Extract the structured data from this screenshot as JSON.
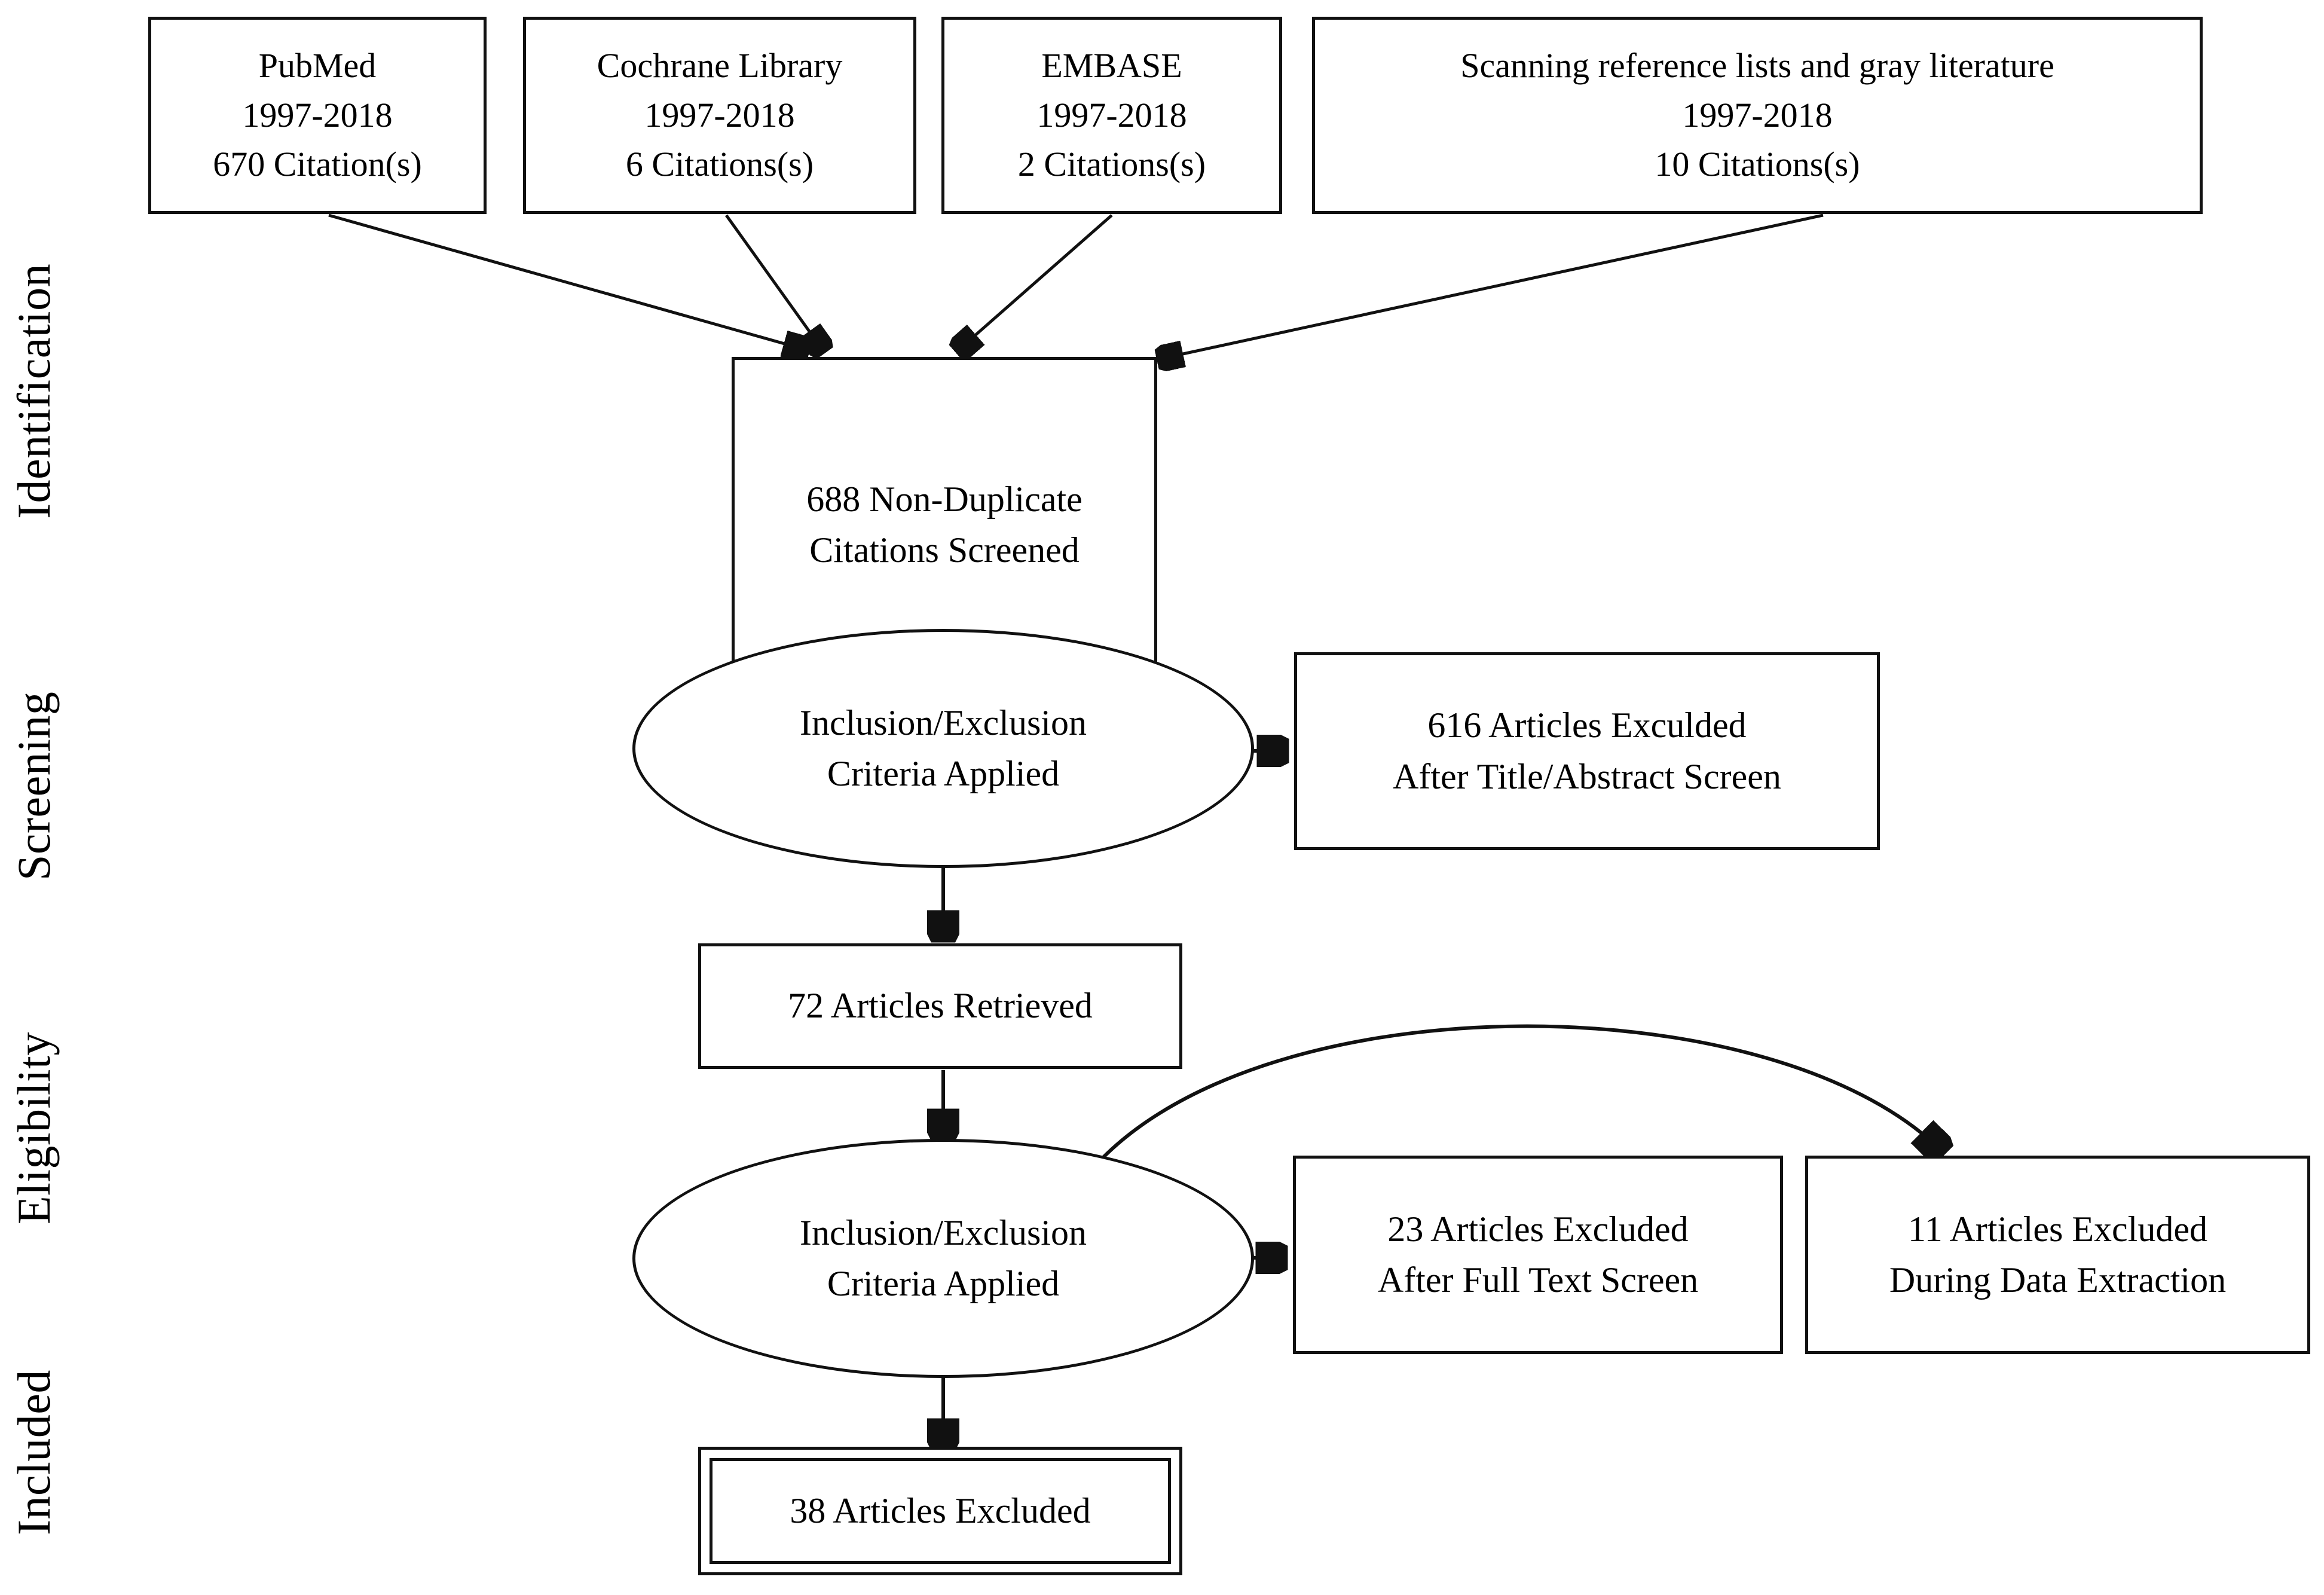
{
  "diagram": {
    "title": "PRISMA study selection flow diagram",
    "stage_labels": [
      {
        "id": "identification",
        "text": "Identification"
      },
      {
        "id": "screening",
        "text": "Screening"
      },
      {
        "id": "eligibility",
        "text": "Eligibility"
      },
      {
        "id": "included",
        "text": "Included"
      }
    ],
    "sources": [
      {
        "id": "pubmed",
        "name": "PubMed",
        "years": "1997-2018",
        "citations": "670 Citation(s)"
      },
      {
        "id": "cochrane",
        "name": "Cochrane Library",
        "years": "1997-2018",
        "citations": "6 Citations(s)"
      },
      {
        "id": "embase",
        "name": "EMBASE",
        "years": "1997-2018",
        "citations": "2 Citations(s)"
      },
      {
        "id": "gray",
        "name": "Scanning reference lists and gray literature",
        "years": "1997-2018",
        "citations": "10 Citations(s)"
      }
    ],
    "nodes": {
      "screened": {
        "line1": "688 Non-Duplicate",
        "line2": "Citations Screened"
      },
      "criteria_1": {
        "line1": "Inclusion/Exclusion",
        "line2": "Criteria Applied"
      },
      "excluded_title": {
        "line1": "616 Articles Exculded",
        "line2": "After Title/Abstract Screen"
      },
      "retrieved": {
        "line1": "72 Articles Retrieved"
      },
      "criteria_2": {
        "line1": "Inclusion/Exclusion",
        "line2": "Criteria Applied"
      },
      "excluded_full": {
        "line1": "23 Articles Excluded",
        "line2": "After Full Text Screen"
      },
      "excluded_data": {
        "line1": "11 Articles Excluded",
        "line2": "During Data Extraction"
      },
      "excluded_final": {
        "line1": "38 Articles Excluded"
      }
    },
    "colors": {
      "stroke": "#111111",
      "background": "#ffffff",
      "text": "#000000"
    }
  },
  "chart_data": {
    "type": "diagram",
    "title": "PRISMA flow of citation identification, screening, eligibility and inclusion",
    "stages": [
      "Identification",
      "Screening",
      "Eligibility",
      "Included"
    ],
    "counts": {
      "pubmed_citations": 670,
      "cochrane_citations": 6,
      "embase_citations": 2,
      "gray_literature_citations": 10,
      "non_duplicate_citations_screened": 688,
      "excluded_after_title_abstract_screen": 616,
      "articles_retrieved": 72,
      "excluded_after_full_text_screen": 23,
      "excluded_during_data_extraction": 11,
      "articles_excluded_final": 38
    },
    "date_range": "1997-2018"
  }
}
